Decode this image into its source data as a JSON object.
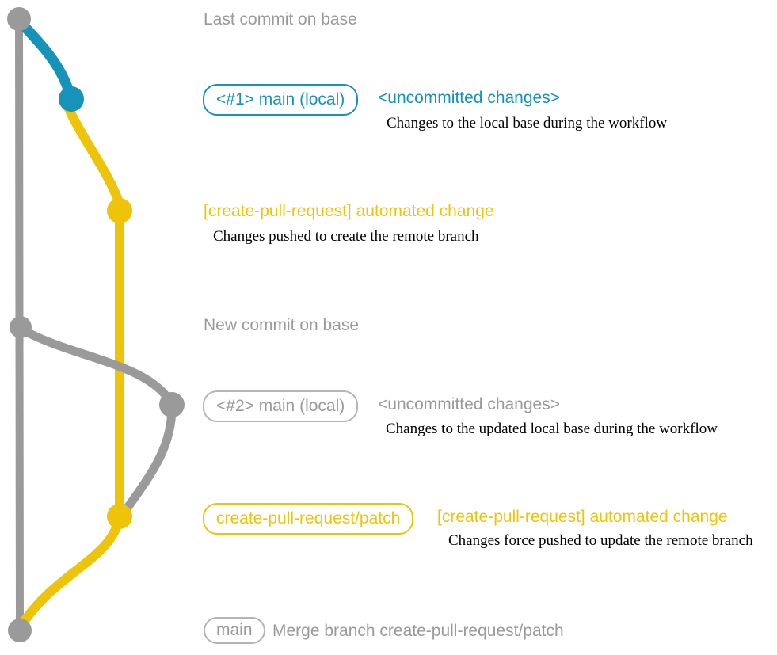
{
  "colors": {
    "gray": "#9a9a9a",
    "teal": "#1792b8",
    "yellow": "#eec40a",
    "description_text": "#000000"
  },
  "graph": {
    "branches": [
      {
        "name": "base",
        "color": "#9a9a9a"
      },
      {
        "name": "local-main",
        "color": "#1792b8"
      },
      {
        "name": "create-pull-request/patch",
        "color": "#eec40a"
      }
    ],
    "commit_count": 7
  },
  "rows": {
    "row1": {
      "title": "Last commit on base"
    },
    "row2": {
      "badge": "<#1> main (local)",
      "heading": "<uncommitted changes>",
      "description": "Changes to the local base during the workflow"
    },
    "row3": {
      "heading": "[create-pull-request] automated change",
      "description": "Changes pushed to create the remote branch"
    },
    "row4": {
      "title": "New commit on base"
    },
    "row5": {
      "badge": "<#2> main (local)",
      "heading": "<uncommitted changes>",
      "description": "Changes to the updated local base during the workflow"
    },
    "row6": {
      "badge": "create-pull-request/patch",
      "heading": "[create-pull-request] automated change",
      "description": "Changes force pushed to update the remote branch"
    },
    "row7": {
      "badge": "main",
      "title": "Merge branch create-pull-request/patch"
    }
  }
}
